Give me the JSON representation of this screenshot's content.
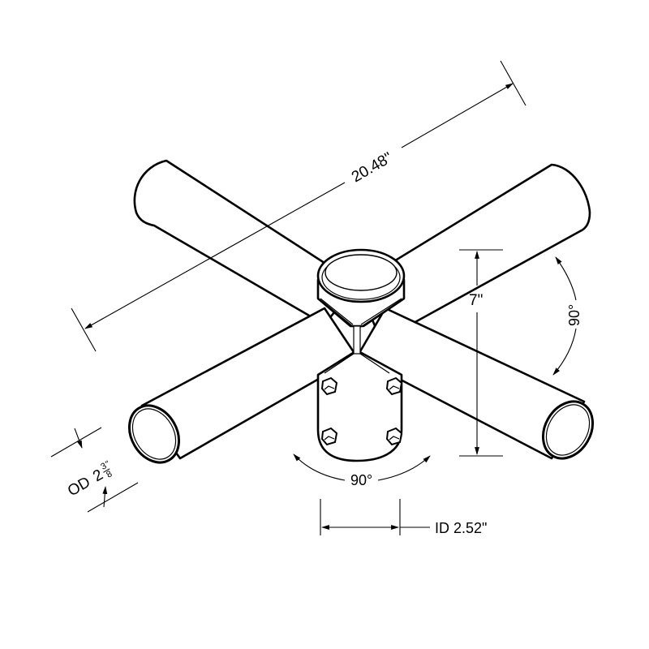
{
  "drawing": {
    "subject": "Four-way cross pipe mount bracket",
    "colors": {
      "line": "#000000",
      "background": "#ffffff"
    },
    "dimensions": {
      "overall_length": "20.48\"",
      "height": "7\"",
      "angle_side": "90°",
      "angle_bottom": "90°",
      "inner_diameter": "ID 2.52\"",
      "outer_diameter_prefix": "OD",
      "outer_diameter_whole": "2",
      "outer_diameter_num": "3",
      "outer_diameter_den": "8",
      "outer_diameter_unit": "\""
    },
    "bolts": {
      "count": 4
    }
  }
}
